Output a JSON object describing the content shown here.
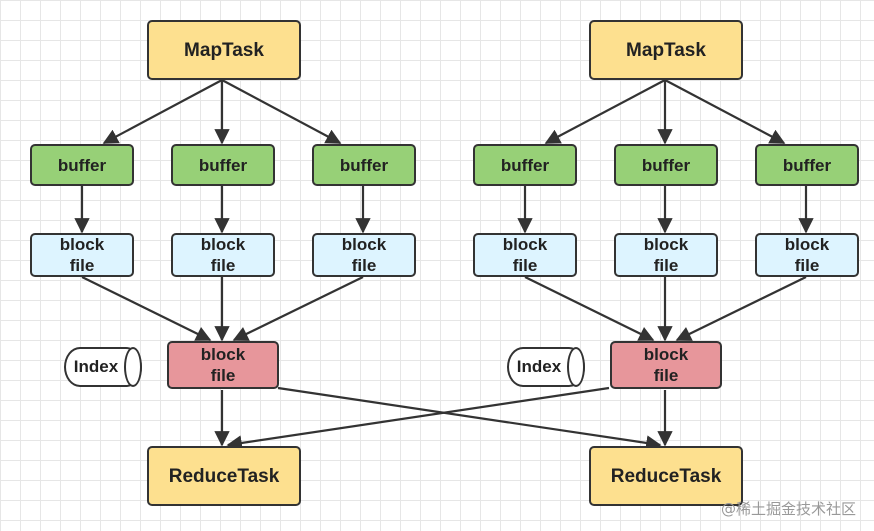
{
  "left": {
    "map_label": "MapTask",
    "buffers": [
      "buffer",
      "buffer",
      "buffer"
    ],
    "block_files": [
      "block\nfile",
      "block\nfile",
      "block\nfile"
    ],
    "merged_file": "block\nfile",
    "index_label": "Index",
    "reduce_label": "ReduceTask"
  },
  "right": {
    "map_label": "MapTask",
    "buffers": [
      "buffer",
      "buffer",
      "buffer"
    ],
    "block_files": [
      "block\nfile",
      "block\nfile",
      "block\nfile"
    ],
    "merged_file": "block\nfile",
    "index_label": "Index",
    "reduce_label": "ReduceTask"
  },
  "watermark": "@稀土掘金技术社区",
  "colors": {
    "task_fill": "#fde08f",
    "buffer_fill": "#97d077",
    "block_file_fill": "#ddf4ff",
    "merged_fill": "#e7969b",
    "stroke": "#333333"
  }
}
